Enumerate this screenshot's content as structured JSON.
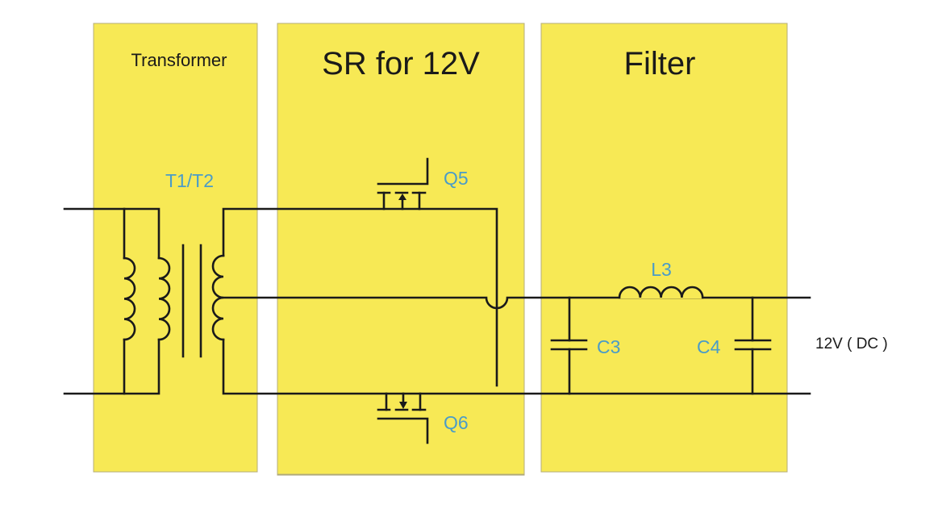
{
  "diagram": {
    "type": "circuit-schematic",
    "colors": {
      "block_fill": "#f7e955",
      "wire": "#1a1a1a",
      "component_label": "#4a9cc8",
      "title_text": "#1a1a1a"
    },
    "blocks": [
      {
        "id": "transformer",
        "title": "Transformer"
      },
      {
        "id": "sr",
        "title": "SR for 12V"
      },
      {
        "id": "filter",
        "title": "Filter"
      }
    ],
    "components": {
      "transformer": {
        "label": "T1/T2",
        "kind": "center-tapped transformer"
      },
      "q5": {
        "label": "Q5",
        "kind": "MOSFET"
      },
      "q6": {
        "label": "Q6",
        "kind": "MOSFET"
      },
      "l3": {
        "label": "L3",
        "kind": "inductor"
      },
      "c3": {
        "label": "C3",
        "kind": "capacitor"
      },
      "c4": {
        "label": "C4",
        "kind": "capacitor"
      }
    },
    "output_label": "12V ( DC )"
  }
}
